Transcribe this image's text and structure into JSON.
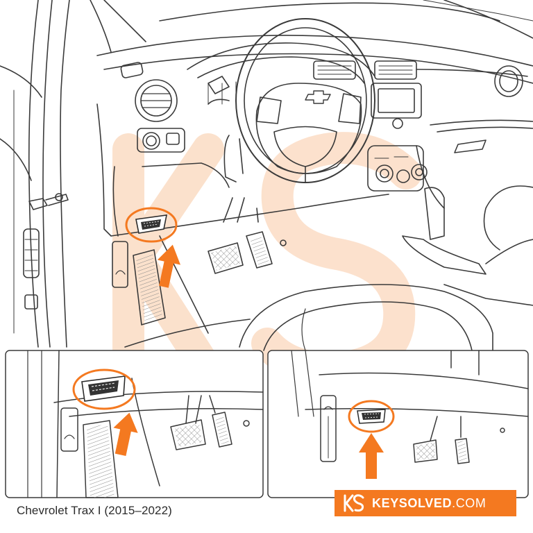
{
  "caption": "Chevrolet Trax I (2015–2022)",
  "brand": {
    "name": "KEYSOLVED",
    "tld": ".COM",
    "color": "#f47920"
  },
  "colors": {
    "accent": "#f47920",
    "line": "#3a3a3a",
    "watermark": "#fbdcc4"
  },
  "icons": [
    "obd-port-icon",
    "arrow-up-icon",
    "chevrolet-bowtie-icon",
    "hood-release-icon",
    "keysolved-logo-icon"
  ]
}
